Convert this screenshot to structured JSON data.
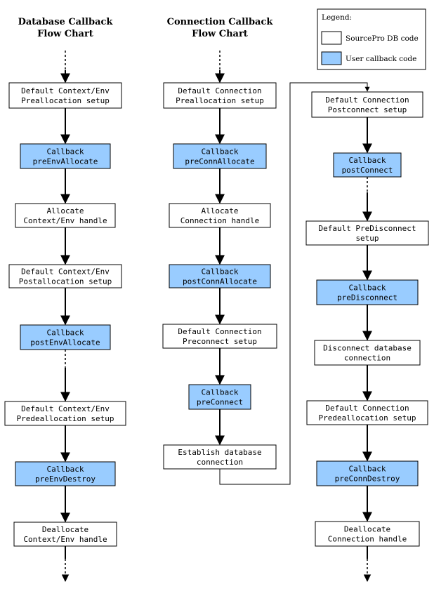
{
  "colors": {
    "sourcepro": "#ffffff",
    "callback": "#99ccff",
    "border": "#000000"
  },
  "legend": {
    "title": "Legend:",
    "items": [
      {
        "label": "SourcePro DB code",
        "color": "#ffffff"
      },
      {
        "label": "User callback code",
        "color": "#99ccff"
      }
    ]
  },
  "columns": [
    {
      "title": [
        "Database Callback",
        "Flow Chart"
      ],
      "boxes": [
        {
          "lines": [
            "Default Context/Env",
            "Preallocation setup"
          ],
          "type": "sourcepro"
        },
        {
          "lines": [
            "Callback",
            "preEnvAllocate"
          ],
          "type": "callback"
        },
        {
          "lines": [
            "Allocate",
            "Context/Env handle"
          ],
          "type": "sourcepro"
        },
        {
          "lines": [
            "Default Context/Env",
            "Postallocation setup"
          ],
          "type": "sourcepro"
        },
        {
          "lines": [
            "Callback",
            "postEnvAllocate"
          ],
          "type": "callback"
        },
        {
          "lines": [
            "Default Context/Env",
            "Predeallocation setup"
          ],
          "type": "sourcepro"
        },
        {
          "lines": [
            "Callback",
            "preEnvDestroy"
          ],
          "type": "callback"
        },
        {
          "lines": [
            "Deallocate",
            "Context/Env handle"
          ],
          "type": "sourcepro"
        }
      ]
    },
    {
      "title": [
        "Connection Callback",
        "Flow Chart"
      ],
      "boxes": [
        {
          "lines": [
            "Default Connection",
            "Preallocation setup"
          ],
          "type": "sourcepro"
        },
        {
          "lines": [
            "Callback",
            "preConnAllocate"
          ],
          "type": "callback"
        },
        {
          "lines": [
            "Allocate",
            "Connection handle"
          ],
          "type": "sourcepro"
        },
        {
          "lines": [
            "Callback",
            "postConnAllocate"
          ],
          "type": "callback"
        },
        {
          "lines": [
            "Default Connection",
            "Preconnect setup"
          ],
          "type": "sourcepro"
        },
        {
          "lines": [
            "Callback",
            "preConnect"
          ],
          "type": "callback"
        },
        {
          "lines": [
            "Establish database",
            "connection"
          ],
          "type": "sourcepro"
        }
      ]
    },
    {
      "title": [],
      "boxes": [
        {
          "lines": [
            "Default Connection",
            "Postconnect setup"
          ],
          "type": "sourcepro"
        },
        {
          "lines": [
            "Callback",
            "postConnect"
          ],
          "type": "callback"
        },
        {
          "lines": [
            "Default PreDisconnect",
            "setup"
          ],
          "type": "sourcepro"
        },
        {
          "lines": [
            "Callback",
            "preDisconnect"
          ],
          "type": "callback"
        },
        {
          "lines": [
            "Disconnect database",
            "connection"
          ],
          "type": "sourcepro"
        },
        {
          "lines": [
            "Default Connection",
            "Predeallocation setup"
          ],
          "type": "sourcepro"
        },
        {
          "lines": [
            "Callback",
            "preConnDestroy"
          ],
          "type": "callback"
        },
        {
          "lines": [
            "Deallocate",
            "Connection handle"
          ],
          "type": "sourcepro"
        }
      ]
    }
  ]
}
